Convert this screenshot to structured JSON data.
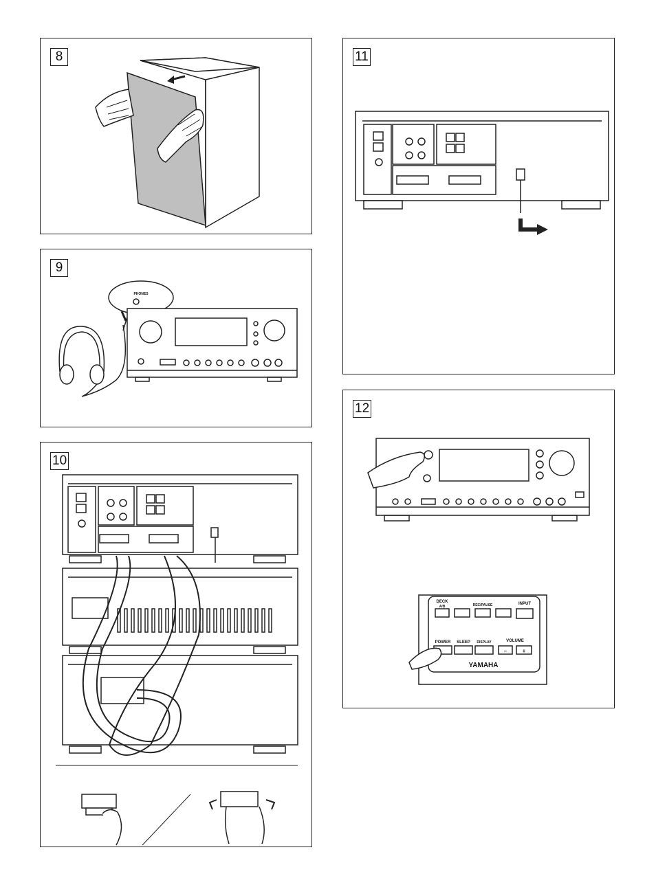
{
  "steps": [
    {
      "number": "8"
    },
    {
      "number": "9"
    },
    {
      "number": "10"
    },
    {
      "number": "11"
    },
    {
      "number": "12"
    }
  ],
  "labels": {
    "phones": "PHONES",
    "remote_deck": "DECK",
    "remote_deck_ab": "A/B",
    "remote_rec_pause": "REC/PAUSE",
    "remote_input": "INPUT",
    "remote_power": "POWER",
    "remote_sleep": "SLEEP",
    "remote_display": "DISPLAY",
    "remote_volume": "VOLUME",
    "remote_minus": "–",
    "remote_plus": "+",
    "brand": "YAMAHA"
  },
  "colors": {
    "line": "#222222",
    "speaker_grille": "#bfbfbf",
    "hand": "#ffffff"
  }
}
